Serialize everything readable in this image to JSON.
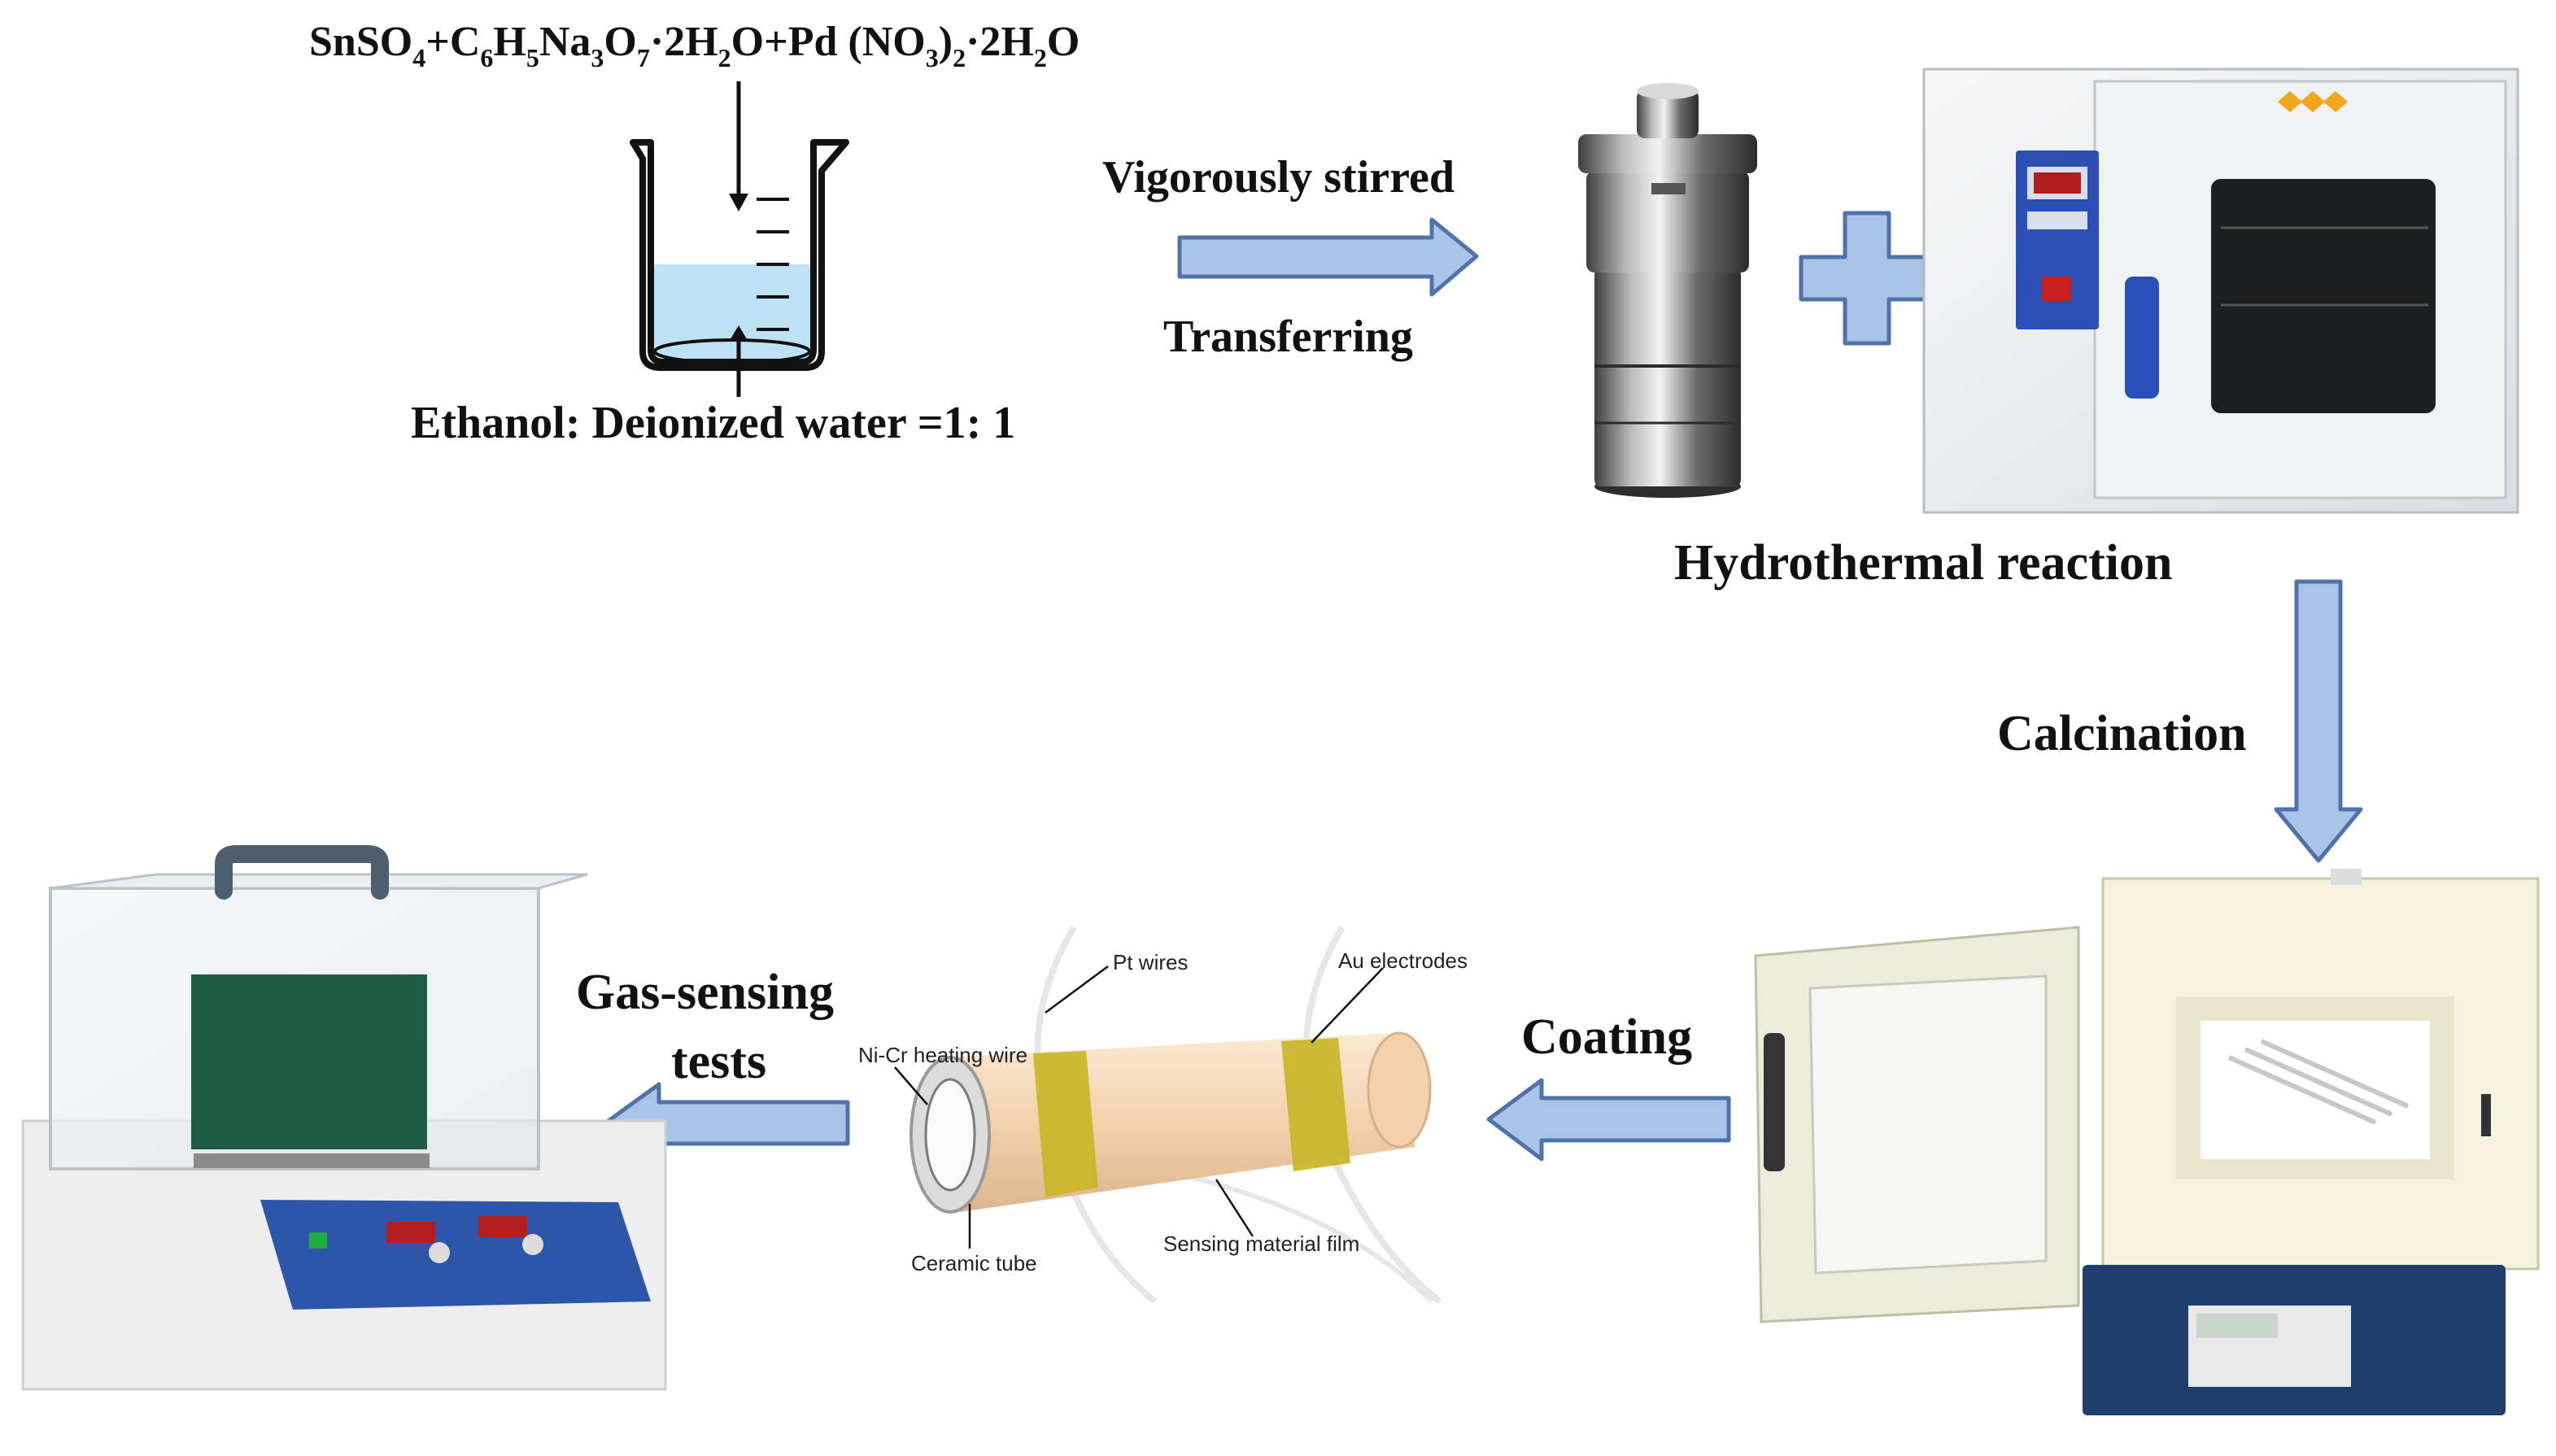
{
  "labels": {
    "formula": {
      "sn": "SnSO",
      "s4": "4",
      "plus1": "+C",
      "s6": "6",
      "h": "H",
      "s5": "5",
      "na": "Na",
      "s3": "3",
      "o": "O",
      "s7": "7",
      "dot1": "·2H",
      "s2a": "2",
      "op": "O+Pd (NO",
      "s3b": "3",
      "cp": ")",
      "s2b": "2",
      "dot2": "·2H",
      "s2c": "2",
      "oend": "O"
    },
    "solvent": "Ethanol: Deionized water =1: 1",
    "vigorously_stirred": "Vigorously stirred",
    "transferring": "Transferring",
    "hydrothermal_reaction": "Hydrothermal reaction",
    "calcination": "Calcination",
    "coating": "Coating",
    "gas_sensing_1": "Gas-sensing",
    "gas_sensing_2": "tests",
    "pt_wires": "Pt wires",
    "au_electrodes": "Au electrodes",
    "nicr_heating_wire": "Ni-Cr heating wire",
    "ceramic_tube": "Ceramic tube",
    "sensing_material_film": "Sensing material film"
  },
  "colors": {
    "arrow_fill": "#a9c4e8",
    "arrow_stroke": "#4f73a8",
    "solution": "#bfe1f5",
    "tube": "#f4d7b5",
    "electrode": "#c9b72b"
  }
}
